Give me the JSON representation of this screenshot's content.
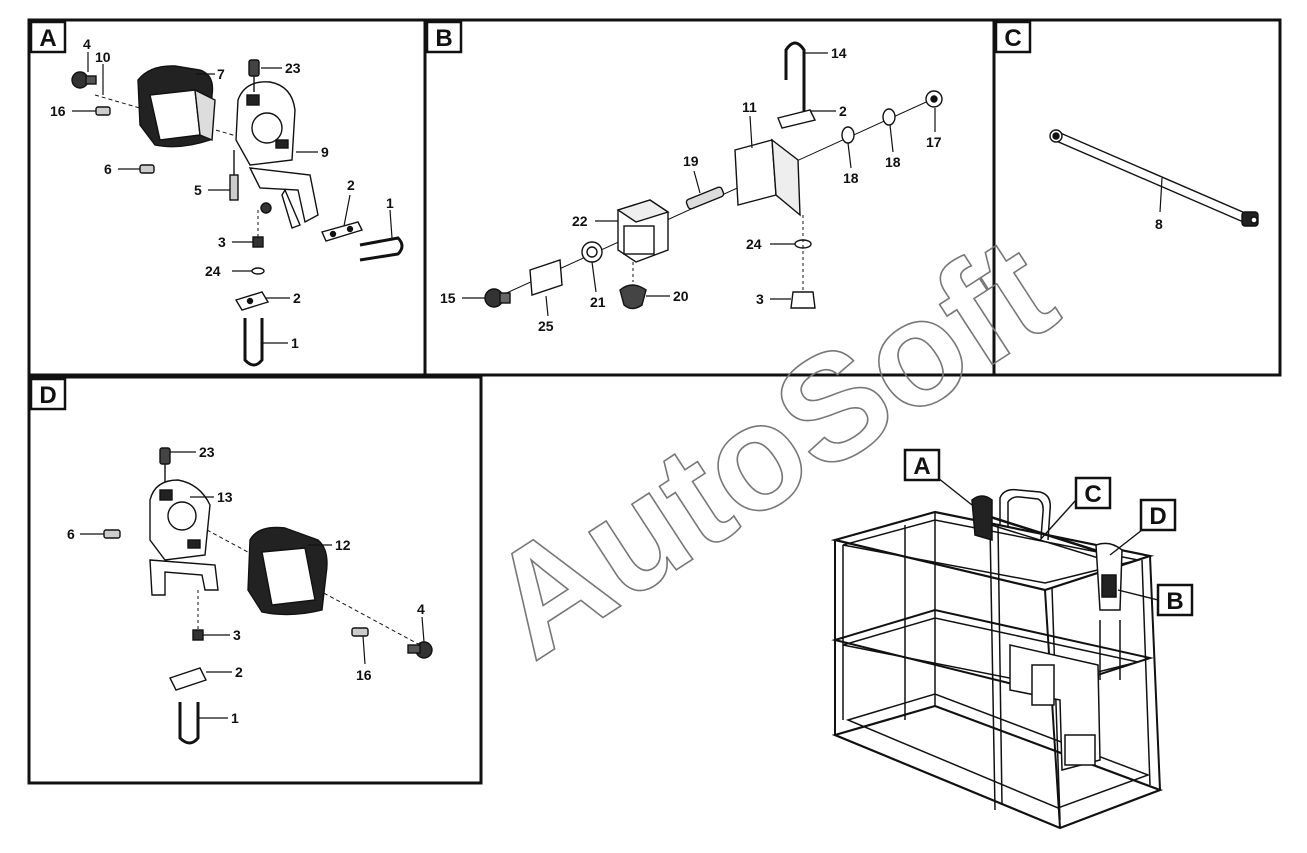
{
  "watermark": "AutoSoft",
  "panels": {
    "A": {
      "label": "A",
      "callouts": [
        "4",
        "10",
        "7",
        "23",
        "16",
        "9",
        "6",
        "5",
        "2",
        "1",
        "3",
        "24",
        "2",
        "1"
      ]
    },
    "B": {
      "label": "B",
      "callouts": [
        "14",
        "11",
        "2",
        "17",
        "19",
        "18",
        "18",
        "22",
        "24",
        "15",
        "21",
        "20",
        "3",
        "25"
      ]
    },
    "C": {
      "label": "C",
      "callouts": [
        "8"
      ]
    },
    "D": {
      "label": "D",
      "callouts": [
        "23",
        "13",
        "6",
        "12",
        "3",
        "4",
        "16",
        "2",
        "1"
      ]
    }
  },
  "overview": {
    "labels": [
      "A",
      "C",
      "D",
      "B"
    ]
  }
}
